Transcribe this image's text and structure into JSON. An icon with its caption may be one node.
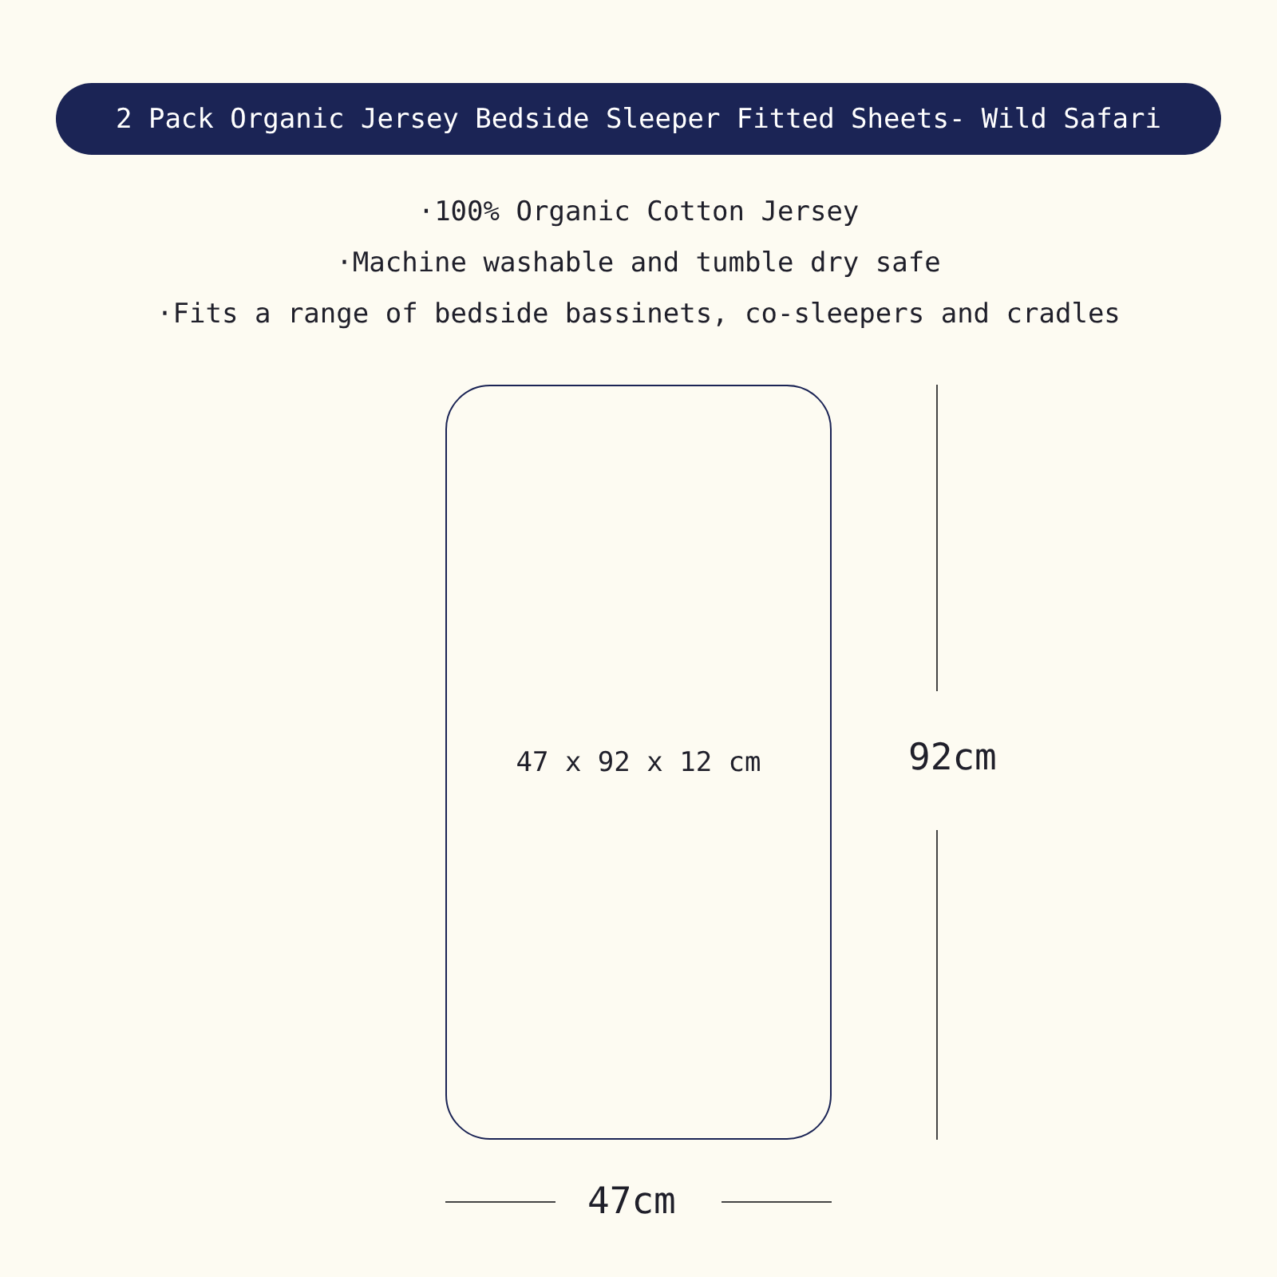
{
  "diagram": {
    "title": "2 Pack Organic Jersey Bedside Sleeper Fitted Sheets- Wild Safari",
    "nodes": [
      {
        "text": [
          "47 x 92 x 12 cm"
        ]
      }
    ],
    "labels": [
      "·100% Organic Cotton Jersey",
      "·Machine washable and tumble dry safe",
      "·Fits a range of bedside bassinets, co-sleepers and cradles",
      "92cm",
      "47cm"
    ]
  }
}
